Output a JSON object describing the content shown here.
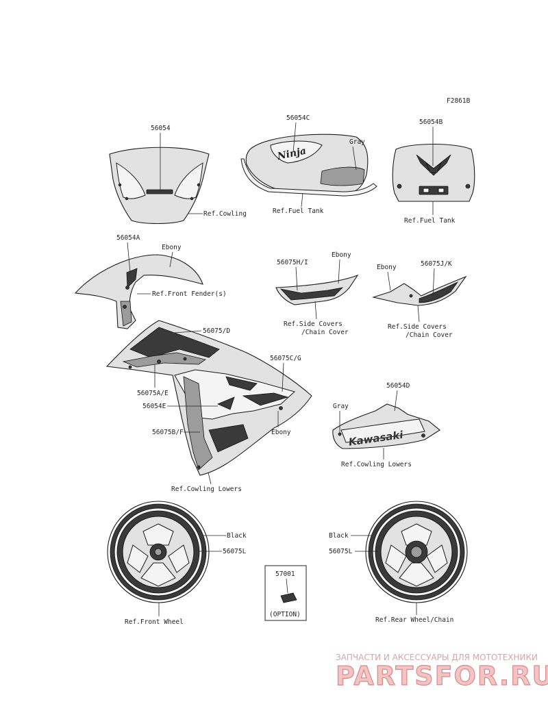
{
  "figure_code": "F2861B",
  "labels": {
    "p56054": "56054",
    "p56054C": "56054C",
    "p56054B": "56054B",
    "gray_tank": "Gray",
    "ref_cowling": "Ref.Cowling",
    "ref_fuel_tank_1": "Ref.Fuel Tank",
    "ref_fuel_tank_2": "Ref.Fuel Tank",
    "p56054A": "56054A",
    "ebony_fender": "Ebony",
    "ref_front_fender": "Ref.Front Fender(s)",
    "p56075HI": "56075H/I",
    "ebony_side_l": "Ebony",
    "ebony_side_r": "Ebony",
    "p56075JK": "56075J/K",
    "ref_side_covers_1a": "Ref.Side Covers",
    "ref_side_covers_1b": "/Chain Cover",
    "ref_side_covers_2a": "Ref.Side Covers",
    "ref_side_covers_2b": "/Chain Cover",
    "p56075D": "56075/D",
    "p56075CG": "56075C/G",
    "p56075AE": "56075A/E",
    "p56054E": "56054E",
    "p56075BF": "56075B/F",
    "ebony_cowl": "Ebony",
    "ref_cowling_lowers_1": "Ref.Cowling Lowers",
    "p56054D": "56054D",
    "gray_lower": "Gray",
    "ref_cowling_lowers_2": "Ref.Cowling Lowers",
    "black_front": "Black",
    "p56075L_front": "56075L",
    "ref_front_wheel": "Ref.Front Wheel",
    "p57001": "57001",
    "option": "(OPTION)",
    "black_rear": "Black",
    "p56075L_rear": "56075L",
    "ref_rear_wheel": "Ref.Rear Wheel/Chain"
  },
  "decal_text": {
    "ninja": "Ninja",
    "kawasaki": "Kawasaki"
  },
  "watermark": {
    "caption": "ЗАПЧАСТИ И АКСЕССУАРЫ ДЛЯ МОТОТЕХНИКИ",
    "brand": "PARTSFOR.RU"
  }
}
